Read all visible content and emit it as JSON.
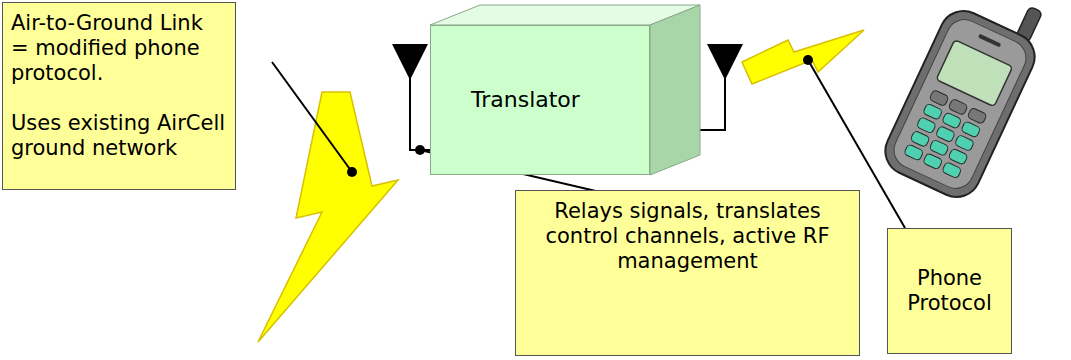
{
  "diagram": {
    "nodes": [
      {
        "text": [
          "Air-to-Ground Link = modified phone protocol.",
          "Uses existing AirCell ground network"
        ]
      },
      {
        "text": [
          "Translator"
        ]
      },
      {
        "text": [
          "Relays signals, translates control channels, active RF management"
        ]
      },
      {
        "text": [
          "Phone Protocol"
        ]
      }
    ]
  }
}
